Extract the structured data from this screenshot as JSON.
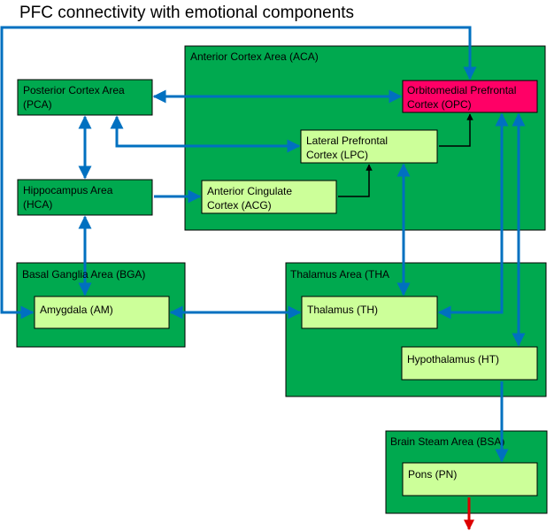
{
  "diagram": {
    "title": "PFC connectivity with emotional components",
    "groups": {
      "aca": "Anterior Cortex Area (ACA)",
      "bga": "Basal Ganglia Area (BGA)",
      "tha": "Thalamus Area (THA",
      "bsa": "Brain Steam Area (BSA)"
    },
    "nodes": {
      "pca": [
        "Posterior Cortex Area",
        "(PCA)"
      ],
      "hca": [
        "Hippocampus Area",
        "(HCA)"
      ],
      "opc": [
        "Orbitomedial Prefrontal",
        "Cortex (OPC)"
      ],
      "lpc": [
        "Lateral Prefrontal",
        "Cortex (LPC)"
      ],
      "acg": [
        "Anterior Cingulate",
        "Cortex (ACG)"
      ],
      "am": [
        "Amygdala (AM)"
      ],
      "th": [
        "Thalamus (TH)"
      ],
      "ht": [
        "Hypothalamus (HT)"
      ],
      "pn": [
        "Pons (PN)"
      ]
    },
    "colors": {
      "group_fill": "#00a94f",
      "area_node_fill": "#00a94f",
      "inner_node_fill": "#ccff99",
      "highlight_node_fill": "#ff0066",
      "connection": "#0070c0",
      "internal_connection": "#000000",
      "output_arrow": "#dd0000",
      "border": "#000000"
    }
  }
}
